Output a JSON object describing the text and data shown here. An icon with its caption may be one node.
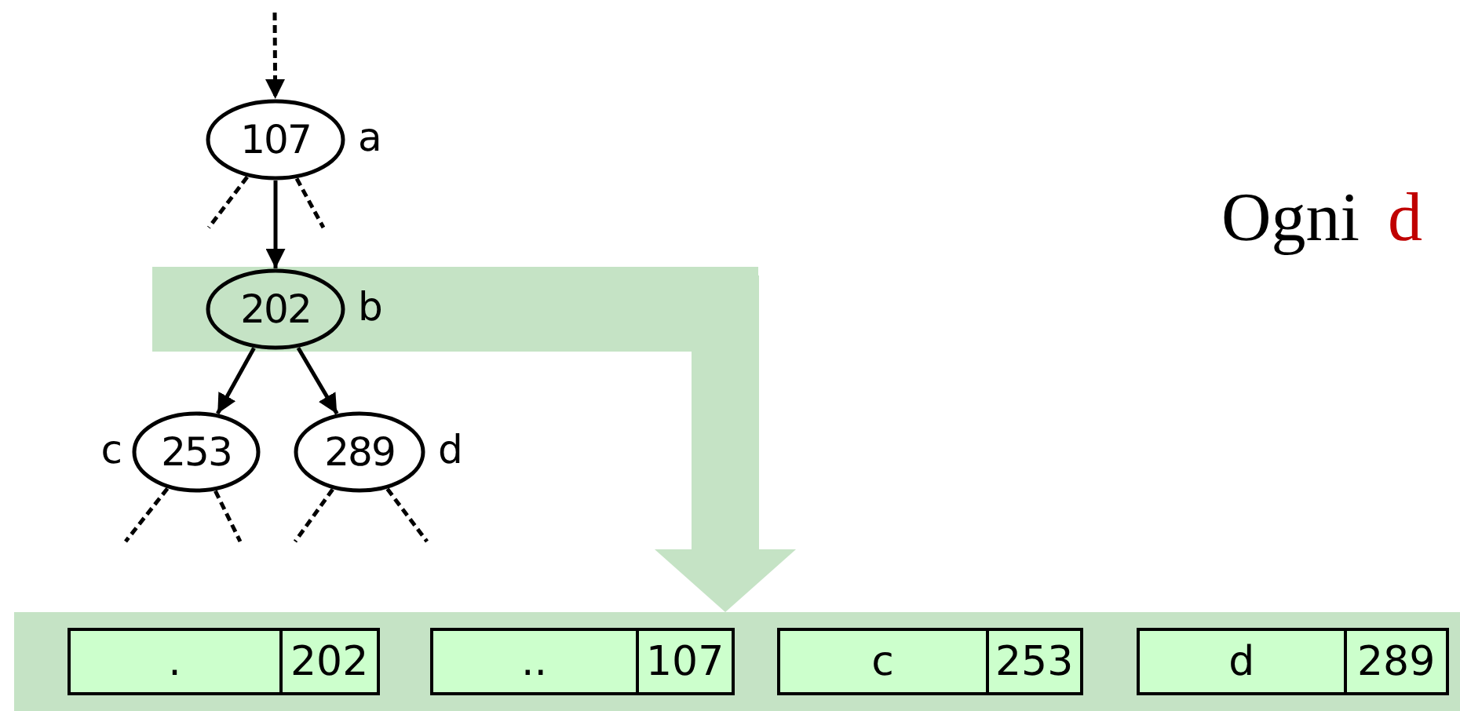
{
  "diagram": {
    "nodes": [
      {
        "text": [
          "107"
        ],
        "beside": [
          "a"
        ]
      },
      {
        "text": [
          "202"
        ],
        "beside": [
          "b"
        ]
      },
      {
        "text": [
          "253"
        ],
        "beside": [
          "c"
        ]
      },
      {
        "text": [
          "289"
        ],
        "beside": [
          "d"
        ]
      },
      {
        "text": [],
        "shape": "bar"
      },
      {
        "text": [
          ".",
          "202"
        ],
        "in": 4
      },
      {
        "text": [
          "..",
          "107"
        ],
        "in": 4
      },
      {
        "text": [
          "c",
          "253"
        ],
        "in": 4
      },
      {
        "text": [
          "d",
          "289"
        ],
        "in": 4
      }
    ],
    "edges": [
      {
        "from": null,
        "to": 0,
        "arrow": "to",
        "style": "dashed"
      },
      {
        "from": 0,
        "to": 1,
        "arrow": "to"
      },
      {
        "from": 1,
        "to": 2,
        "arrow": "to"
      },
      {
        "from": 1,
        "to": 3,
        "arrow": "to"
      },
      {
        "from": 0,
        "to": null,
        "arrow": "none",
        "style": "dashed"
      },
      {
        "from": 0,
        "to": null,
        "arrow": "none",
        "style": "dashed"
      },
      {
        "from": 2,
        "to": null,
        "arrow": "none",
        "style": "dashed"
      },
      {
        "from": 2,
        "to": null,
        "arrow": "none",
        "style": "dashed"
      },
      {
        "from": 3,
        "to": null,
        "arrow": "none",
        "style": "dashed"
      },
      {
        "from": 3,
        "to": null,
        "arrow": "none",
        "style": "dashed"
      },
      {
        "from": 1,
        "to": 4,
        "arrow": "to",
        "style": "thick",
        "color": "#c5e3c5"
      }
    ],
    "labels": [
      "Ogni",
      "d"
    ]
  }
}
